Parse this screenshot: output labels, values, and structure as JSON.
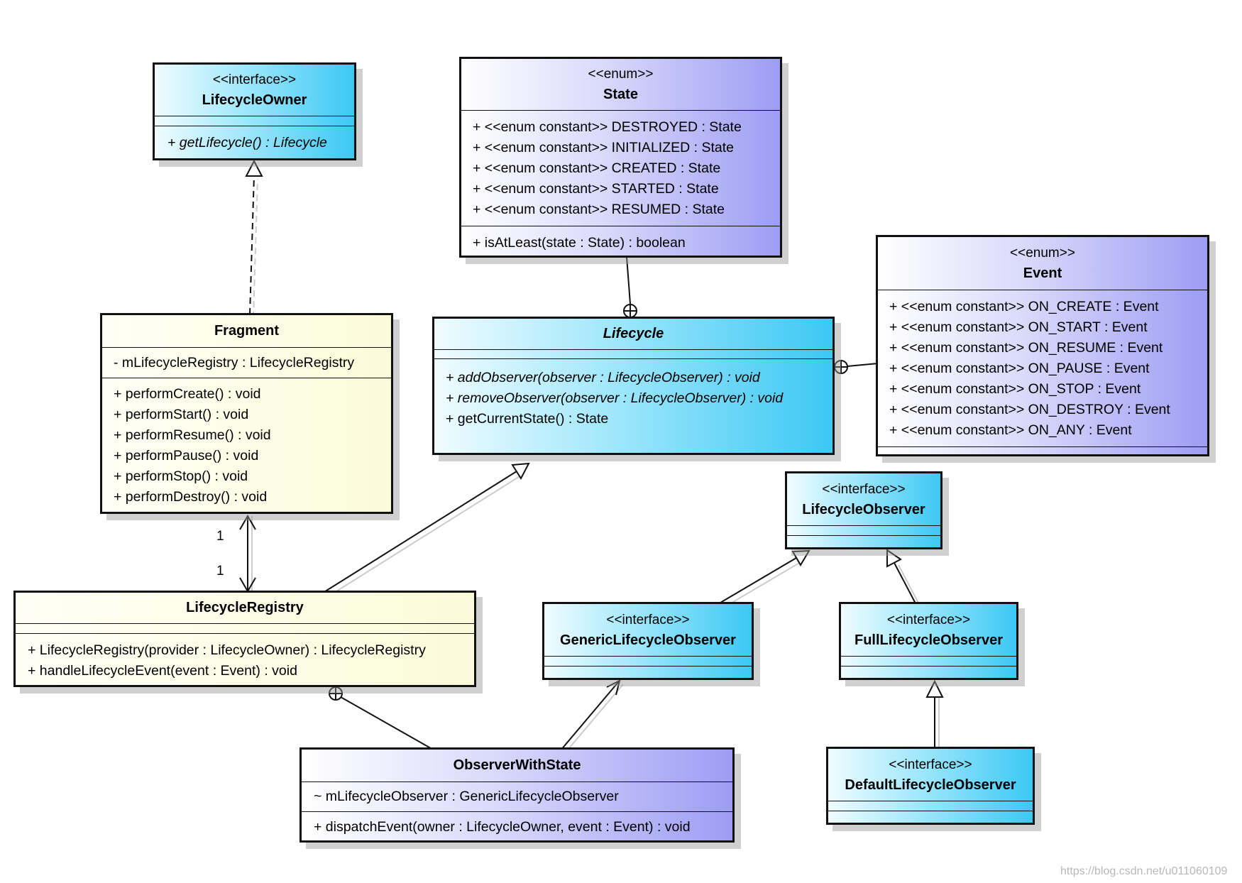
{
  "classes": {
    "lifecycle_owner": {
      "stereotype": "<<interface>>",
      "name": "LifecycleOwner",
      "operations": [
        "+ getLifecycle() : Lifecycle"
      ]
    },
    "state": {
      "stereotype": "<<enum>>",
      "name": "State",
      "attributes": [
        "+ <<enum constant>> DESTROYED : State",
        "+ <<enum constant>> INITIALIZED : State",
        "+ <<enum constant>> CREATED : State",
        "+ <<enum constant>> STARTED : State",
        "+ <<enum constant>> RESUMED : State"
      ],
      "operations": [
        "+ isAtLeast(state : State) : boolean"
      ]
    },
    "event": {
      "stereotype": "<<enum>>",
      "name": "Event",
      "attributes": [
        "+ <<enum constant>> ON_CREATE : Event",
        "+ <<enum constant>> ON_START : Event",
        "+ <<enum constant>> ON_RESUME : Event",
        "+ <<enum constant>> ON_PAUSE : Event",
        "+ <<enum constant>> ON_STOP : Event",
        "+ <<enum constant>> ON_DESTROY : Event",
        "+ <<enum constant>> ON_ANY : Event"
      ]
    },
    "fragment": {
      "name": "Fragment",
      "attributes": [
        "- mLifecycleRegistry : LifecycleRegistry"
      ],
      "operations": [
        "+ performCreate() : void",
        "+ performStart() : void",
        "+ performResume() : void",
        "+ performPause() : void",
        "+ performStop() : void",
        "+ performDestroy() : void"
      ]
    },
    "lifecycle": {
      "name": "Lifecycle",
      "operations": [
        "+ addObserver(observer : LifecycleObserver) : void",
        "+ removeObserver(observer : LifecycleObserver) : void",
        "+ getCurrentState() : State"
      ]
    },
    "lifecycle_observer": {
      "stereotype": "<<interface>>",
      "name": "LifecycleObserver"
    },
    "lifecycle_registry": {
      "name": "LifecycleRegistry",
      "operations": [
        "+ LifecycleRegistry(provider : LifecycleOwner) : LifecycleRegistry",
        "+ handleLifecycleEvent(event : Event) : void"
      ]
    },
    "generic_lifecycle_observer": {
      "stereotype": "<<interface>>",
      "name": "GenericLifecycleObserver"
    },
    "full_lifecycle_observer": {
      "stereotype": "<<interface>>",
      "name": "FullLifecycleObserver"
    },
    "observer_with_state": {
      "name": "ObserverWithState",
      "attributes": [
        "~ mLifecycleObserver : GenericLifecycleObserver"
      ],
      "operations": [
        "+ dispatchEvent(owner : LifecycleOwner, event : Event) : void"
      ]
    },
    "default_lifecycle_observer": {
      "stereotype": "<<interface>>",
      "name": "DefaultLifecycleObserver"
    }
  },
  "multiplicities": {
    "fragment_end": "1",
    "registry_end": "1"
  },
  "watermark": "https://blog.csdn.net/u011060109",
  "colors": {
    "interface_fill": "#3cc8f4",
    "enum_fill": "#9d9df4",
    "class_fill": "#fbfbd9",
    "line": "#111111"
  }
}
